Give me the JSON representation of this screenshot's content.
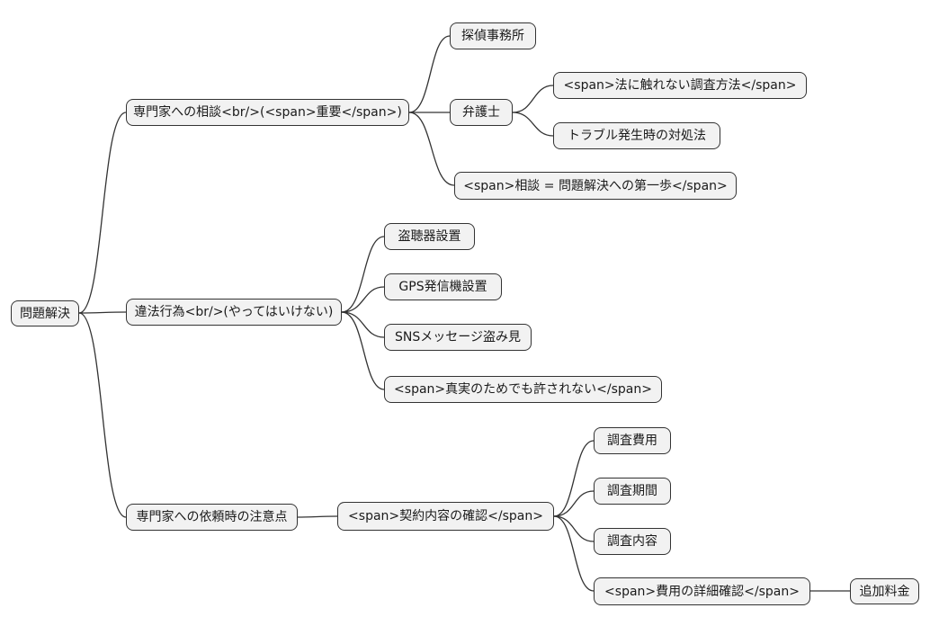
{
  "diagram": {
    "type": "mindmap",
    "colors": {
      "node_bg": "#f2f2f2",
      "node_border": "#333333",
      "line": "#333333",
      "text": "#1a1a1a",
      "background": "#ffffff"
    },
    "root": {
      "label": "問題解決"
    },
    "branches": [
      {
        "label": "専門家への相談<br/>(<span>重要</span>)",
        "children": [
          {
            "label": "探偵事務所"
          },
          {
            "label": "弁護士",
            "children": [
              {
                "label": "<span>法に触れない調査方法</span>"
              },
              {
                "label": "トラブル発生時の対処法"
              }
            ]
          },
          {
            "label": "<span>相談 = 問題解決への第一歩</span>"
          }
        ]
      },
      {
        "label": "違法行為<br/>(やってはいけない)",
        "children": [
          {
            "label": "盗聴器設置"
          },
          {
            "label": "GPS発信機設置"
          },
          {
            "label": "SNSメッセージ盗み見"
          },
          {
            "label": "<span>真実のためでも許されない</span>"
          }
        ]
      },
      {
        "label": "専門家への依頼時の注意点",
        "children": [
          {
            "label": "<span>契約内容の確認</span>",
            "children": [
              {
                "label": "調査費用"
              },
              {
                "label": "調査期間"
              },
              {
                "label": "調査内容"
              },
              {
                "label": "<span>費用の詳細確認</span>",
                "children": [
                  {
                    "label": "追加料金"
                  }
                ]
              }
            ]
          }
        ]
      }
    ]
  }
}
